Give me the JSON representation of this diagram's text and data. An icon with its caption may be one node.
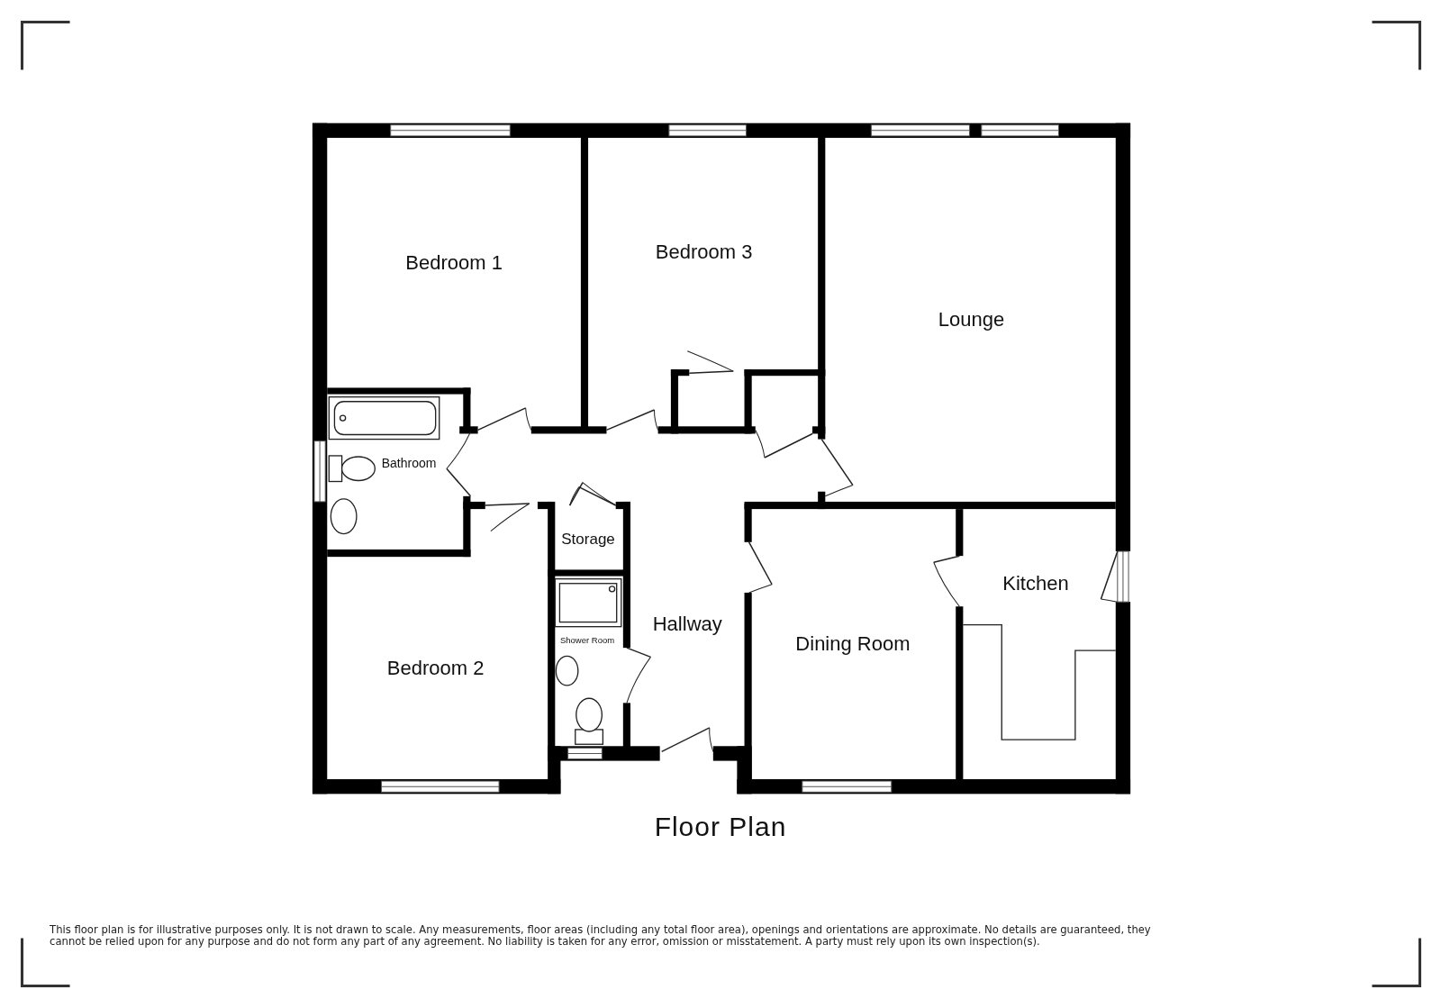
{
  "diagram": {
    "caption": "Floor Plan",
    "labels": [
      "Bedroom 1",
      "Bedroom 3",
      "Lounge",
      "Bathroom",
      "Storage",
      "Shower Room",
      "Hallway",
      "Bedroom 2",
      "Dining Room",
      "Kitchen",
      "This floor plan is for illustrative purposes only. It is not drawn to scale. Any measurements, floor areas (including any total floor area), openings and orientations are approximate. No details are guaranteed, they cannot be relied upon for any purpose and do not form any part of any agreement. No liability is taken for any error, omission or misstatement. A party must rely upon its own inspection(s)."
    ]
  }
}
